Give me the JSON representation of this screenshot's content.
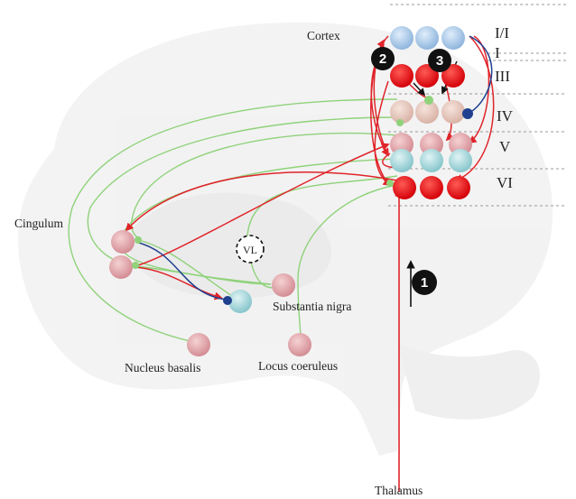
{
  "labels": {
    "cortex": "Cortex",
    "cingulum": "Cingulum",
    "thalamus": "Thalamus",
    "substantia_nigra": "Substantia nigra",
    "nucleus_basalis": "Nucleus basalis",
    "locus_coeruleus": "Locus coeruleus",
    "vl": "VL"
  },
  "layers": [
    "I/I",
    "I",
    "III",
    "IV",
    "V",
    "VI"
  ],
  "badges": [
    "1",
    "2",
    "3"
  ],
  "colors": {
    "excitatory_arrow": "#e0242a",
    "inhibitory_arrow": "#1f3f8f",
    "modulatory_path": "#8fd27a",
    "layer_I_neuron": "#a9c8e8",
    "layer_III_neuron": "#e8121a",
    "layer_IV_neuron": "#e7c9bf",
    "layer_V_neuron": "#e6a7ad",
    "layer_V_lower_neuron": "#a6d8dc",
    "layer_VI_neuron": "#e8121a",
    "subcortical_neuron": "#e6b3b3",
    "target_neuron": "#a6d8dc",
    "badge": "#111111",
    "brain_silhouette": "#d9d9d9"
  }
}
